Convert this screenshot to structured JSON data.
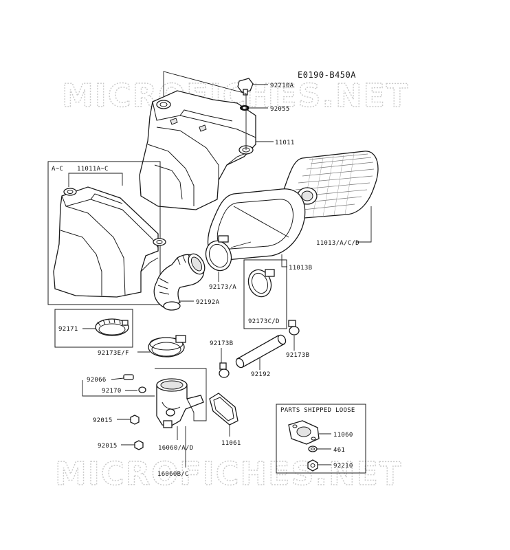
{
  "diagram_code": "E0190-B450A",
  "watermark": "MICROFICHES.NET",
  "box_labels": {
    "variant_box": "A~C",
    "loose_box_title": "PARTS SHIPPED LOOSE"
  },
  "parts": {
    "p92210A": "92210A",
    "p92055": "92055",
    "p11011": "11011",
    "p11011AC": "11011A~C",
    "p11013ACD": "11013/A/C/D",
    "p11013B": "11013B",
    "p92173A": "92173/A",
    "p92192A": "92192A",
    "p92171": "92171",
    "p92173CD": "92173C/D",
    "p92173B_1": "92173B",
    "p92173B_2": "92173B",
    "p92173EF": "92173E/F",
    "p92192": "92192",
    "p92066": "92066",
    "p92170": "92170",
    "p92015_1": "92015",
    "p92015_2": "92015",
    "p16060AD": "16060/A/D",
    "p16060BC": "16060B/C",
    "p11061": "11061",
    "p11060": "11060",
    "p461": "461",
    "p92210": "92210"
  }
}
